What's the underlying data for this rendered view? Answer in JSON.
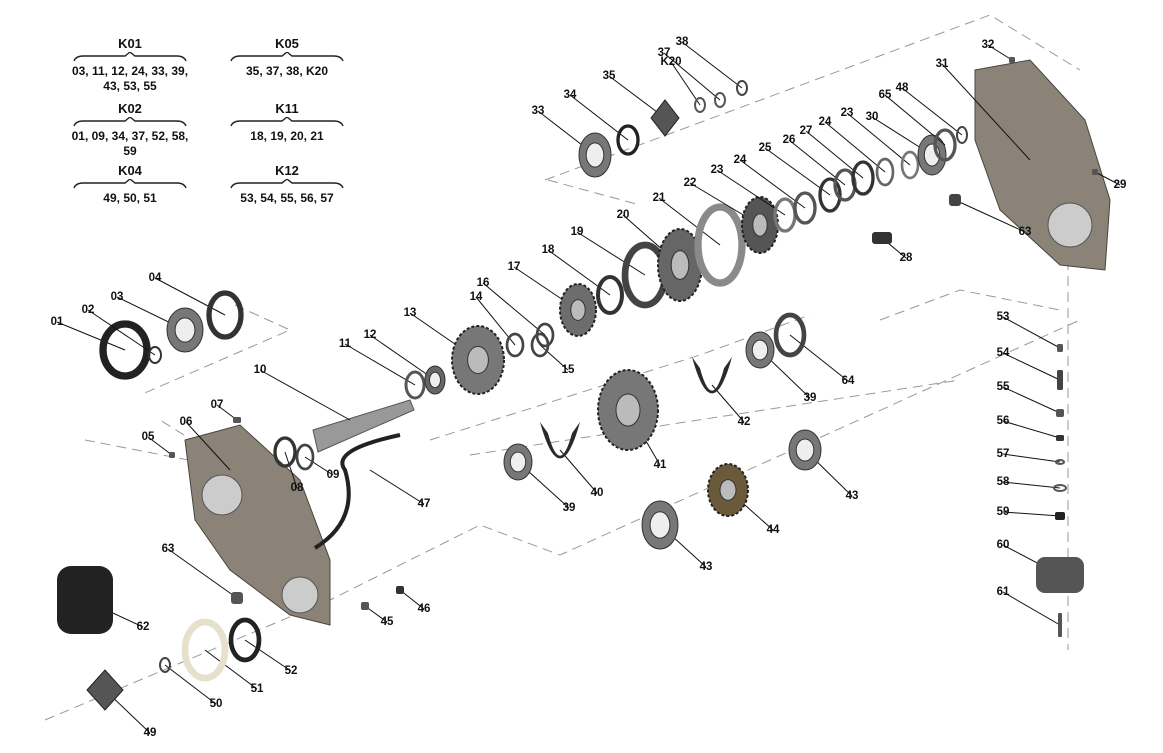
{
  "kits": [
    {
      "code": "K01",
      "items": "03, 11, 12, 24, 33, 39, 43, 53, 55"
    },
    {
      "code": "K02",
      "items": "01, 09, 34, 37, 52, 58, 59"
    },
    {
      "code": "K04",
      "items": "49, 50, 51"
    },
    {
      "code": "K05",
      "items": "35, 37, 38, K20"
    },
    {
      "code": "K11",
      "items": "18, 19, 20, 21"
    },
    {
      "code": "K12",
      "items": "53, 54, 55, 56, 57"
    }
  ],
  "callouts": [
    "01",
    "02",
    "03",
    "04",
    "05",
    "06",
    "07",
    "08",
    "09",
    "10",
    "11",
    "12",
    "13",
    "14",
    "15",
    "16",
    "17",
    "18",
    "19",
    "20",
    "21",
    "22",
    "23",
    "24",
    "25",
    "26",
    "27",
    "24",
    "23",
    "28",
    "29",
    "30",
    "31",
    "32",
    "33",
    "34",
    "35",
    "K20",
    "37",
    "38",
    "39",
    "39",
    "40",
    "41",
    "42",
    "43",
    "43",
    "44",
    "45",
    "46",
    "47",
    "48",
    "49",
    "50",
    "51",
    "52",
    "53",
    "54",
    "55",
    "56",
    "57",
    "58",
    "59",
    "60",
    "61",
    "62",
    "63",
    "63",
    "64",
    "65"
  ]
}
